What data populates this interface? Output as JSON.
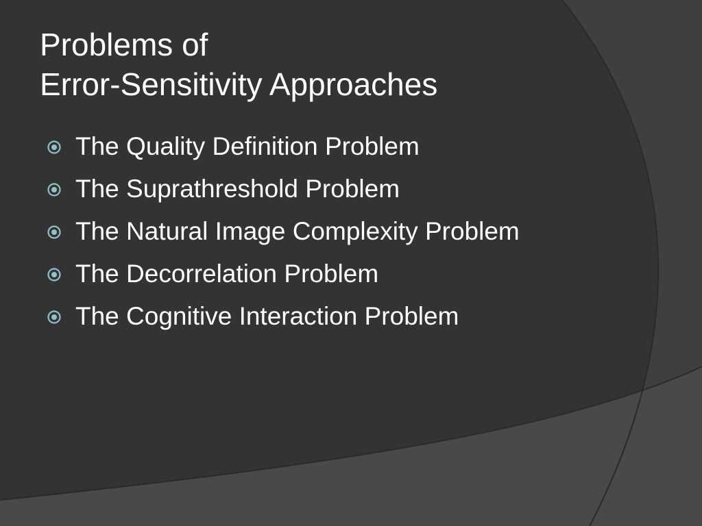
{
  "slide": {
    "title_lines": [
      "Problems of",
      "Error-Sensitivity Approaches"
    ],
    "bullets": [
      "The Quality Definition Problem",
      "The Suprathreshold Problem",
      "The Natural Image Complexity Problem",
      "The Decorrelation Problem",
      "The Cognitive Interaction Problem"
    ],
    "bullet_icon": "circled-dot-icon"
  },
  "colors": {
    "background": "#333333",
    "background_band": "#3e3e3e",
    "outer_band": "#474747",
    "text": "#ffffff",
    "bullet_accent": "#8fc3c8"
  }
}
